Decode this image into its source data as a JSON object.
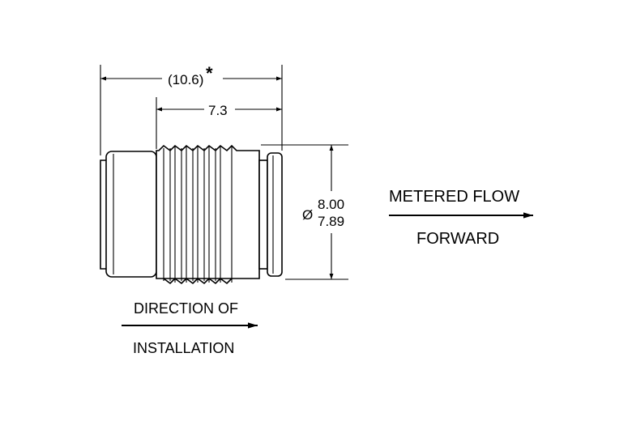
{
  "dimensions": {
    "overall_length": "(10.6)",
    "overall_length_note": "*",
    "body_length": "7.3",
    "diameter_symbol": "Ø",
    "diameter_max": "8.00",
    "diameter_min": "7.89"
  },
  "labels": {
    "metered_flow": "METERED FLOW",
    "forward": "FORWARD",
    "direction_of": "DIRECTION OF",
    "installation": "INSTALLATION"
  }
}
